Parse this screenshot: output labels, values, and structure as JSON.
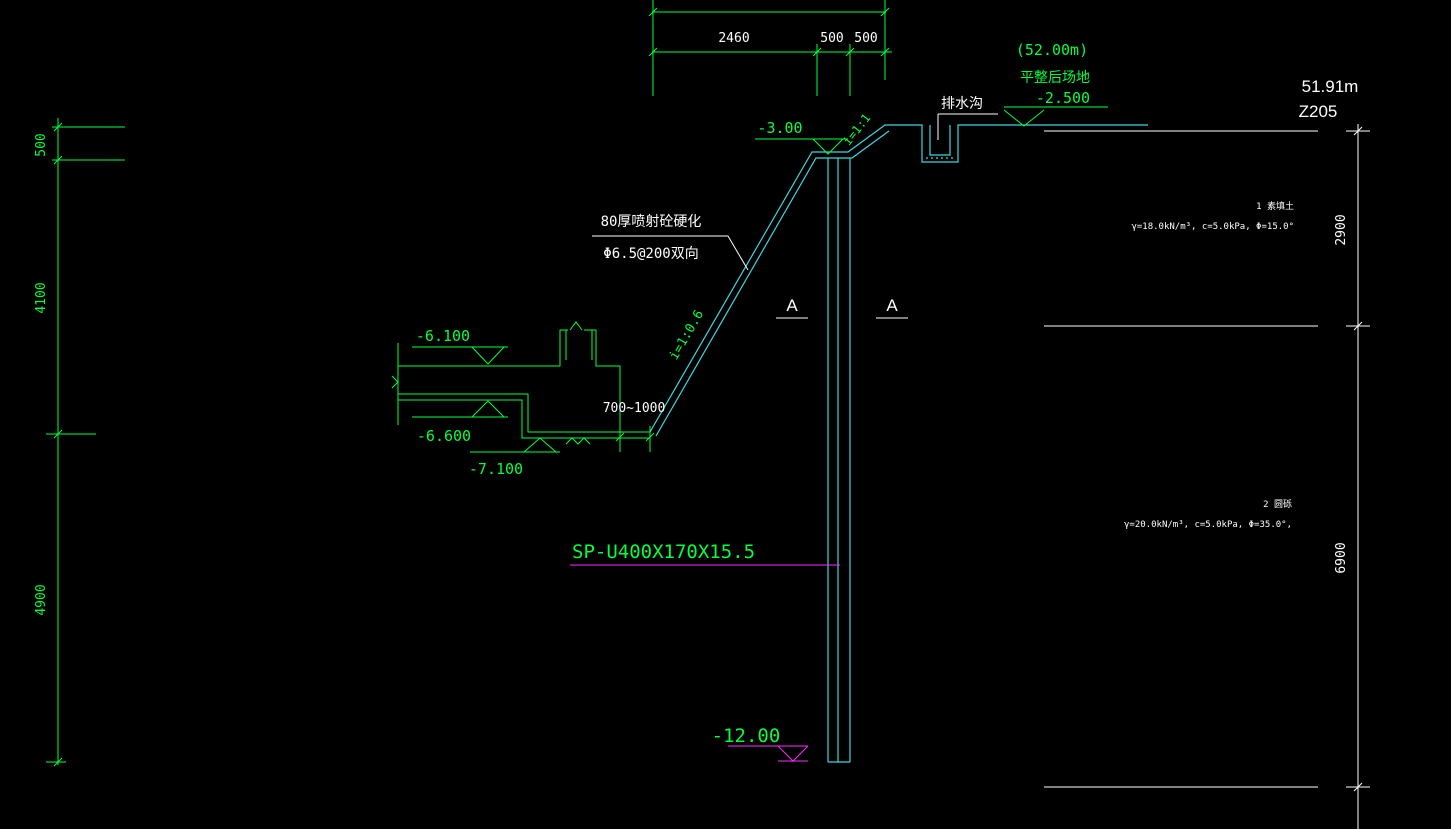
{
  "colors": {
    "background": "#000000",
    "green": "#00ff3c",
    "cyan": "#3fd6e0",
    "white": "#ffffff",
    "magenta": "#ff2bff"
  },
  "dimensions": {
    "top_2460": "2460",
    "top_500_a": "500",
    "top_500_b": "500",
    "left_500": "500",
    "left_4100": "4100",
    "left_4900": "4900",
    "right_2900": "2900",
    "right_6900": "6900",
    "gap": "700~1000"
  },
  "elevations": {
    "crest": "-3.00",
    "ground": "-2.500",
    "level_6100": "-6.100",
    "level_6600": "-6.600",
    "level_7100": "-7.100",
    "pile_toe": "-12.00"
  },
  "labels": {
    "ground_abs": "(52.00m)",
    "ground_desc": "平整后场地",
    "drain": "排水沟",
    "shotcrete": "80厚喷射砼硬化",
    "mesh": "Φ6.5@200双向",
    "slope_main": "i=1:0.6",
    "slope_top": "i=1:1",
    "section_a_left": "A",
    "section_a_right": "A",
    "pile_spec": "SP-U400X170X15.5",
    "borehole_elev": "51.91m",
    "borehole_id": "Z205"
  },
  "soil_layers": [
    {
      "name": "1 素填土",
      "params": "γ=18.0kN/m³, c=5.0kPa, Φ=15.0°"
    },
    {
      "name": "2 圆砾",
      "params": "γ=20.0kN/m³, c=5.0kPa, Φ=35.0°,"
    }
  ]
}
